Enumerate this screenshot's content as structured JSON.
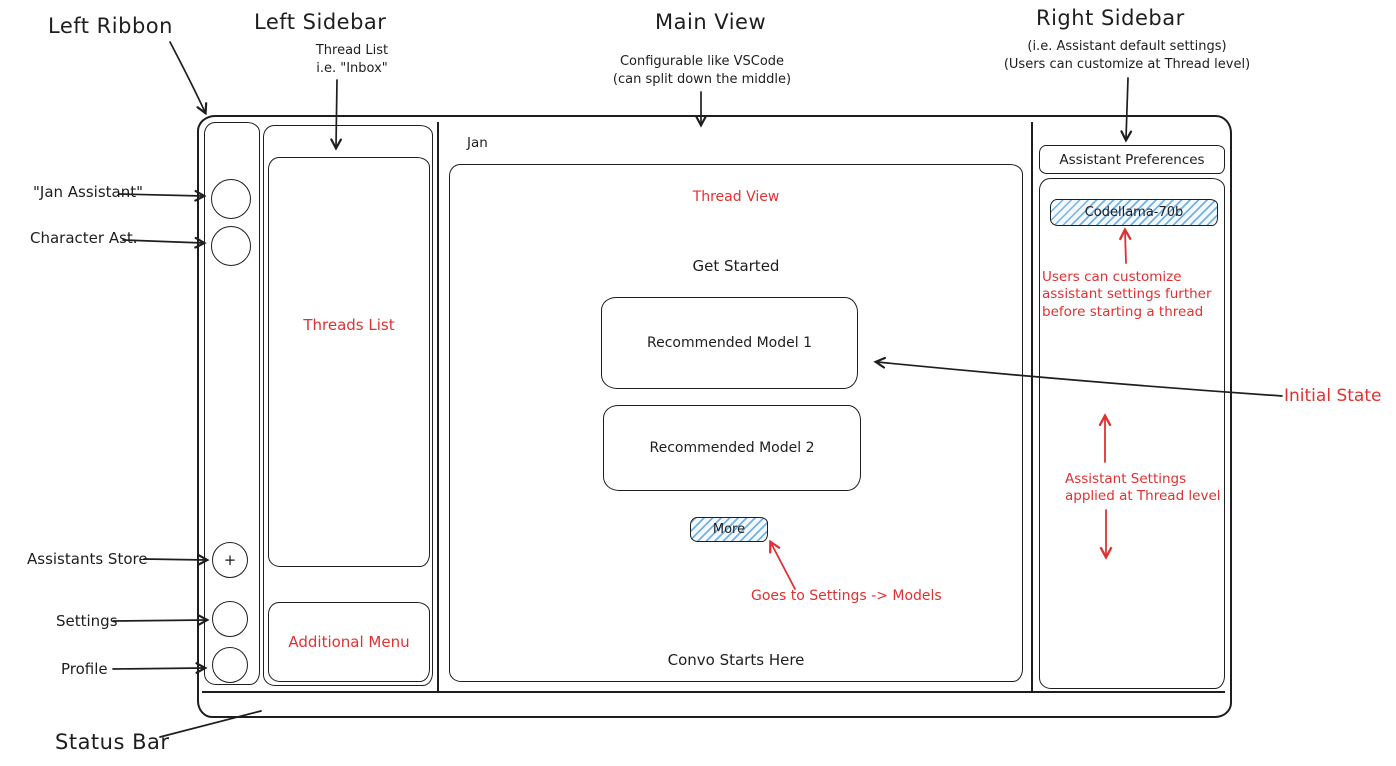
{
  "colors": {
    "ink": "#1e1e1e",
    "annotation_red": "#e03131",
    "hatch_blue": "#a5d8ff"
  },
  "annotations": {
    "left_ribbon_label": "Left Ribbon",
    "left_sidebar_label": "Left Sidebar",
    "left_sidebar_note": "Thread List\ni.e. \"Inbox\"",
    "main_view_label": "Main View",
    "main_view_note": "Configurable like VSCode\n(can split down the middle)",
    "right_sidebar_label": "Right Sidebar",
    "right_sidebar_note": "(i.e. Assistant default settings)\n(Users can customize at Thread level)",
    "status_bar_label": "Status Bar",
    "jan_assistant_label": "\"Jan Assistant\"",
    "character_ast_label": "Character Ast.",
    "assistants_store_label": "Assistants Store",
    "settings_label": "Settings",
    "profile_label": "Profile",
    "initial_state_label": "Initial State",
    "customize_note": "Users can customize\nassistant settings further\nbefore starting a thread",
    "thread_settings_note": "Assistant Settings\napplied at Thread level",
    "goes_to_settings_note": "Goes to Settings -> Models"
  },
  "window": {
    "main_title": "Jan",
    "ribbon": {
      "plus_label": "+"
    },
    "left_sidebar": {
      "threads_list_label": "Threads List",
      "additional_menu_label": "Additional Menu"
    },
    "main_view": {
      "thread_view_label": "Thread View",
      "get_started_label": "Get Started",
      "recommended_model_1": "Recommended Model 1",
      "recommended_model_2": "Recommended Model 2",
      "more_button": "More",
      "convo_label": "Convo Starts Here"
    },
    "right_sidebar": {
      "header": "Assistant Preferences",
      "model_badge": "Codellama-70b"
    }
  }
}
